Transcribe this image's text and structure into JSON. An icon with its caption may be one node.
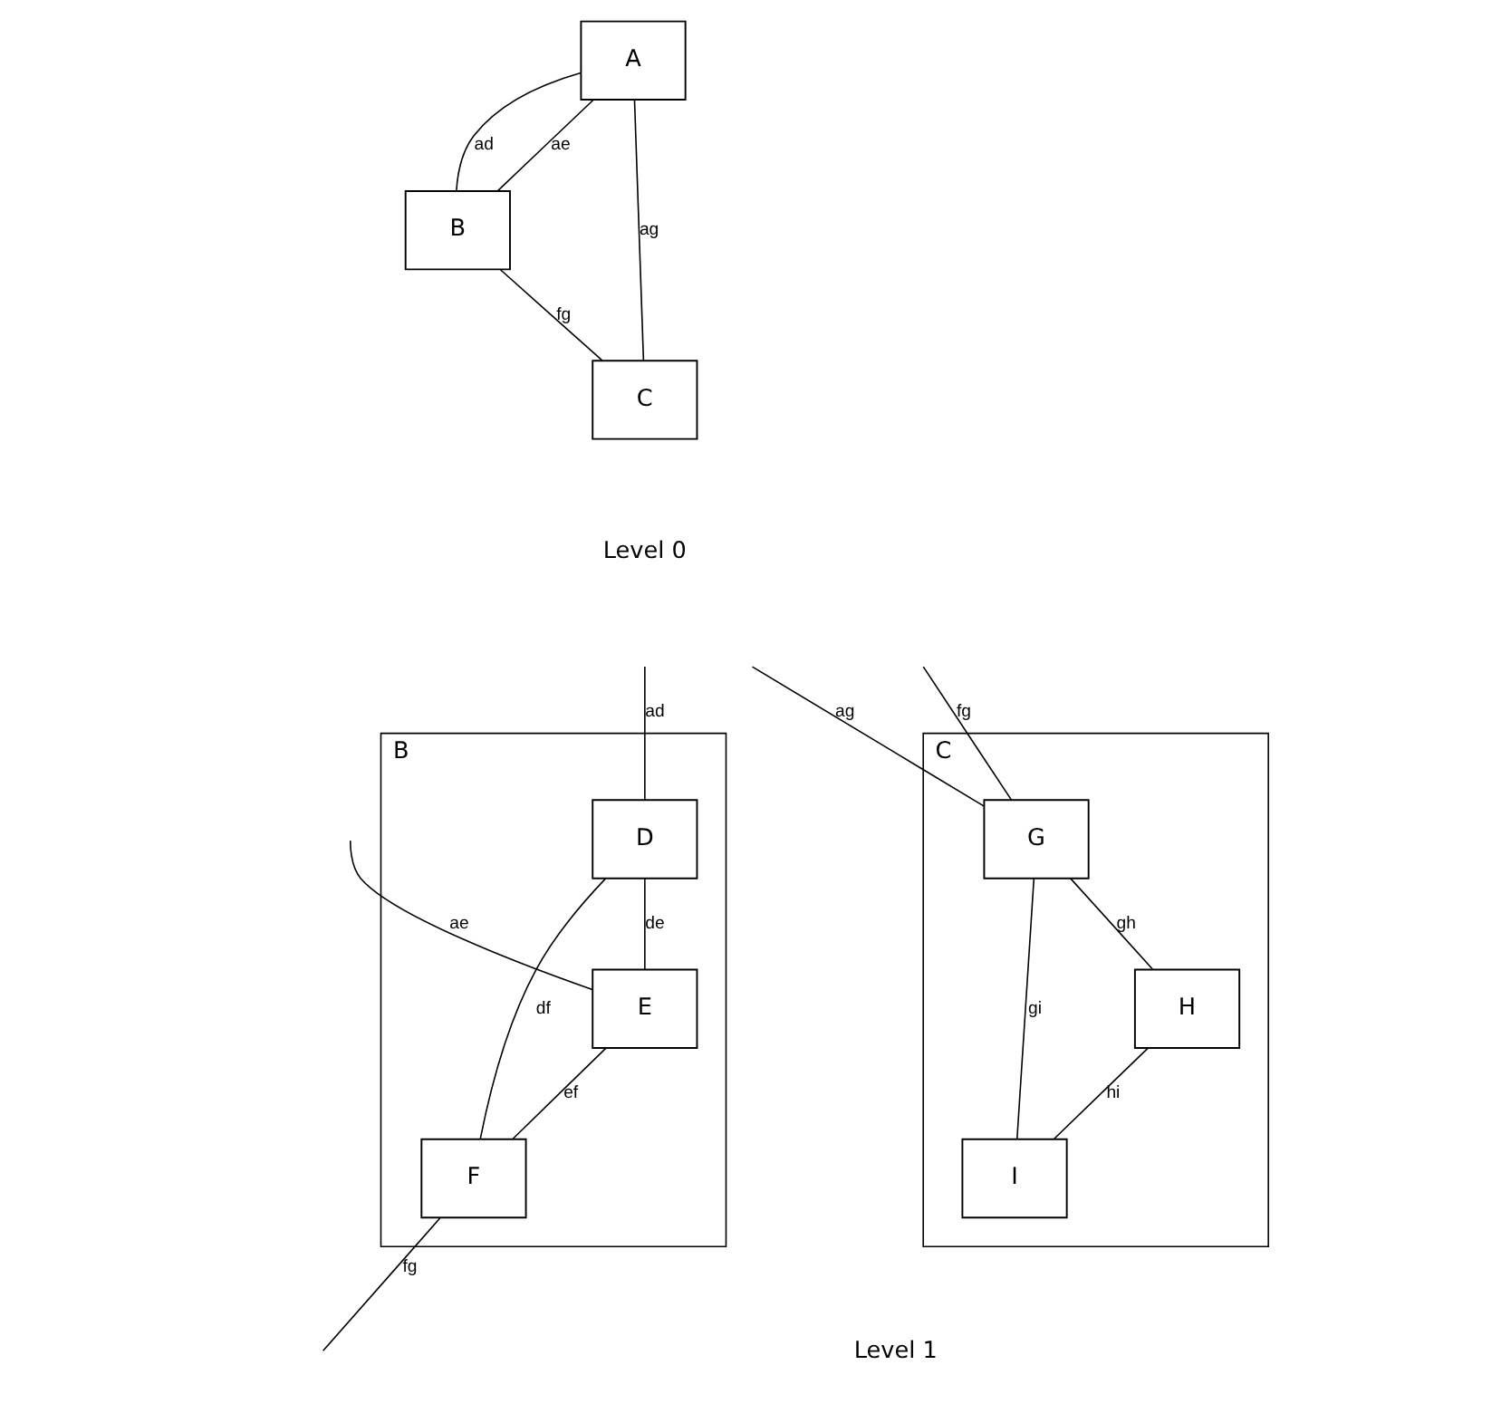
{
  "diagram": {
    "nodes": [
      {
        "text": [
          "A"
        ]
      },
      {
        "text": [
          "B"
        ]
      },
      {
        "text": [
          "C"
        ]
      },
      {
        "text": [
          "B"
        ]
      },
      {
        "text": [
          "D"
        ],
        "in": 3
      },
      {
        "text": [
          "E"
        ],
        "in": 3
      },
      {
        "text": [
          "F"
        ],
        "in": 3
      },
      {
        "text": [
          "C"
        ]
      },
      {
        "text": [
          "G"
        ],
        "in": 7
      },
      {
        "text": [
          "H"
        ],
        "in": 7
      },
      {
        "text": [
          "I"
        ],
        "in": 7
      }
    ],
    "edges": [
      {
        "from": 0,
        "to": 1,
        "arrow": "none",
        "label": "ad"
      },
      {
        "from": 0,
        "to": 1,
        "arrow": "none",
        "label": "ae"
      },
      {
        "from": 0,
        "to": 2,
        "arrow": "none",
        "label": "ag"
      },
      {
        "from": 1,
        "to": 2,
        "arrow": "none",
        "label": "fg"
      },
      {
        "from": null,
        "to": 4,
        "arrow": "none",
        "label": "ad"
      },
      {
        "from": null,
        "to": 5,
        "arrow": "none",
        "label": "ae"
      },
      {
        "from": 4,
        "to": 5,
        "arrow": "none",
        "label": "de"
      },
      {
        "from": 4,
        "to": 6,
        "arrow": "none",
        "label": "df"
      },
      {
        "from": 5,
        "to": 6,
        "arrow": "none",
        "label": "ef"
      },
      {
        "from": 6,
        "to": null,
        "arrow": "none",
        "label": "fg"
      },
      {
        "from": null,
        "to": 8,
        "arrow": "none",
        "label": "ag"
      },
      {
        "from": null,
        "to": 8,
        "arrow": "none",
        "label": "fg"
      },
      {
        "from": 8,
        "to": 9,
        "arrow": "none",
        "label": "gh"
      },
      {
        "from": 8,
        "to": 10,
        "arrow": "none",
        "label": "gi"
      },
      {
        "from": 9,
        "to": 10,
        "arrow": "none",
        "label": "hi"
      }
    ],
    "labels": [
      "Level 0",
      "Level 1"
    ]
  }
}
